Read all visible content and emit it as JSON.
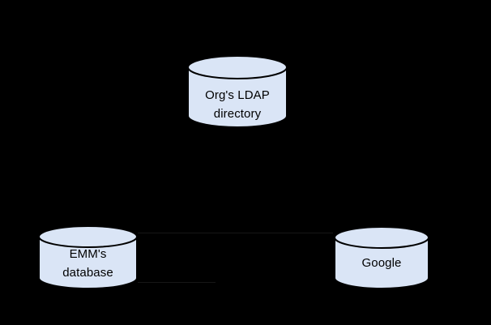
{
  "theme": {
    "background": "#000000",
    "cylinder_fill": "#dae5f6",
    "cylinder_stroke": "#000000",
    "label_color": "#000000",
    "faint_line_color": "#161616"
  },
  "nodes": {
    "ldap": {
      "line1": "Org's LDAP",
      "line2": "directory"
    },
    "emm": {
      "line1": "EMM's",
      "line2": "database"
    },
    "google": {
      "line1": "Google"
    }
  }
}
